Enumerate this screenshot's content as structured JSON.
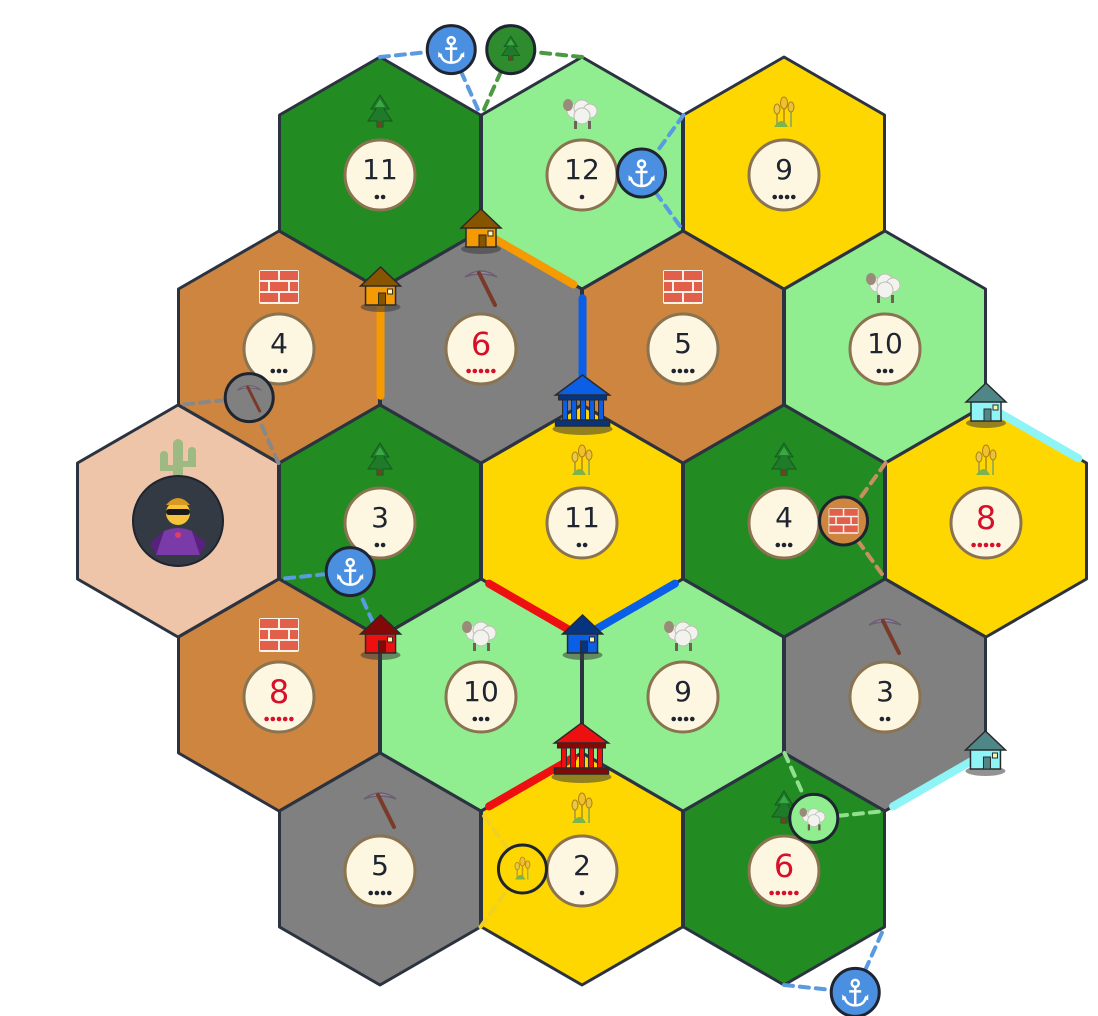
{
  "colors": {
    "forest": "#228b22",
    "pasture": "#90ee90",
    "fields": "#ffd700",
    "hills": "#cd853f",
    "mountains": "#808080",
    "desert": "#eec5a8",
    "orange": "#f59a00",
    "blue": "#0a5fe6",
    "red": "#ee1010",
    "cyan": "#8ff4f6"
  },
  "icons": {
    "forest": "pine-tree-icon",
    "pasture": "sheep-icon",
    "fields": "wheat-icon",
    "hills": "brick-icon",
    "mountains": "pickaxe-icon",
    "desert": "cactus-icon",
    "robber": "robber-icon",
    "harbor_generic": "anchor-icon",
    "settlement": "house-icon",
    "city": "city-icon"
  },
  "tiles": [
    {
      "q": 0,
      "r": -2,
      "type": "forest",
      "number": "11",
      "pips": 2
    },
    {
      "q": 1,
      "r": -2,
      "type": "pasture",
      "number": "12",
      "pips": 1
    },
    {
      "q": 2,
      "r": -2,
      "type": "fields",
      "number": "9",
      "pips": 4
    },
    {
      "q": -1,
      "r": -1,
      "type": "hills",
      "number": "4",
      "pips": 3
    },
    {
      "q": 0,
      "r": -1,
      "type": "mountains",
      "number": "6",
      "pips": 5
    },
    {
      "q": 1,
      "r": -1,
      "type": "hills",
      "number": "5",
      "pips": 4
    },
    {
      "q": 2,
      "r": -1,
      "type": "pasture",
      "number": "10",
      "pips": 3
    },
    {
      "q": -2,
      "r": 0,
      "type": "desert",
      "number": "",
      "pips": 0,
      "robber": true
    },
    {
      "q": -1,
      "r": 0,
      "type": "forest",
      "number": "3",
      "pips": 2
    },
    {
      "q": 0,
      "r": 0,
      "type": "fields",
      "number": "11",
      "pips": 2
    },
    {
      "q": 1,
      "r": 0,
      "type": "forest",
      "number": "4",
      "pips": 3
    },
    {
      "q": 2,
      "r": 0,
      "type": "fields",
      "number": "8",
      "pips": 5
    },
    {
      "q": -2,
      "r": 1,
      "type": "hills",
      "number": "8",
      "pips": 5
    },
    {
      "q": -1,
      "r": 1,
      "type": "pasture",
      "number": "10",
      "pips": 3
    },
    {
      "q": 0,
      "r": 1,
      "type": "pasture",
      "number": "9",
      "pips": 4
    },
    {
      "q": 1,
      "r": 1,
      "type": "mountains",
      "number": "3",
      "pips": 2
    },
    {
      "q": -2,
      "r": 2,
      "type": "mountains",
      "number": "5",
      "pips": 4
    },
    {
      "q": -1,
      "r": 2,
      "type": "fields",
      "number": "2",
      "pips": 1
    },
    {
      "q": 0,
      "r": 2,
      "type": "forest",
      "number": "6",
      "pips": 5
    }
  ],
  "harbors": [
    {
      "type": "generic",
      "tile": [
        0,
        -2
      ],
      "vertices": [
        0,
        1
      ],
      "color": "#4a8fe0",
      "line_color": "#5a9ae0"
    },
    {
      "type": "forest",
      "tile": [
        1,
        -2
      ],
      "vertices": [
        0,
        5
      ],
      "color": "#2e8b2e",
      "line_color": "#4a9a40"
    },
    {
      "type": "generic",
      "tile": [
        2,
        -2
      ],
      "vertices": [
        5,
        4
      ],
      "color": "#4a8fe0",
      "line_color": "#5a9ae0"
    },
    {
      "type": "hills",
      "tile": [
        2,
        0
      ],
      "vertices": [
        5,
        4
      ],
      "color": "#cd853f",
      "line_color": "#c89060"
    },
    {
      "type": "pasture",
      "tile": [
        1,
        1
      ],
      "vertices": [
        4,
        3
      ],
      "color": "#90ee90",
      "line_color": "#90e090"
    },
    {
      "type": "generic",
      "tile": [
        0,
        2
      ],
      "vertices": [
        3,
        2
      ],
      "color": "#4a8fe0",
      "line_color": "#5a9ae0"
    },
    {
      "type": "fields",
      "tile": [
        -2,
        2
      ],
      "vertices": [
        2,
        1
      ],
      "color": "#ffd700",
      "line_color": "#f0d020"
    },
    {
      "type": "generic",
      "tile": [
        -2,
        1
      ],
      "vertices": [
        1,
        0
      ],
      "color": "#4a8fe0",
      "line_color": "#5a9ae0"
    },
    {
      "type": "mountains",
      "tile": [
        -2,
        0
      ],
      "vertices": [
        1,
        0
      ],
      "color": "#808080",
      "line_color": "#888888"
    }
  ],
  "roads": [
    {
      "player": "orange",
      "tile": [
        0,
        -1
      ],
      "edge": [
        0,
        1
      ]
    },
    {
      "player": "orange",
      "tile": [
        0,
        -1
      ],
      "edge": [
        4,
        5
      ]
    },
    {
      "player": "blue",
      "tile": [
        1,
        -1
      ],
      "edge": [
        5,
        4
      ]
    },
    {
      "player": "blue",
      "tile": [
        0,
        1
      ],
      "edge": [
        0,
        5
      ]
    },
    {
      "player": "red",
      "tile": [
        -1,
        1
      ],
      "edge": [
        0,
        1
      ]
    },
    {
      "player": "red",
      "tile": [
        -1,
        1
      ],
      "edge": [
        2,
        3
      ]
    },
    {
      "player": "cyan",
      "tile": [
        2,
        0
      ],
      "edge": [
        0,
        1
      ]
    },
    {
      "player": "cyan",
      "tile": [
        1,
        1
      ],
      "edge": [
        2,
        3
      ]
    }
  ],
  "buildings": [
    {
      "player": "orange",
      "kind": "settlement",
      "tile": [
        0,
        -1
      ],
      "vertex": 0
    },
    {
      "player": "orange",
      "kind": "settlement",
      "tile": [
        0,
        -1
      ],
      "vertex": 5
    },
    {
      "player": "blue",
      "kind": "city",
      "tile": [
        1,
        -1
      ],
      "vertex": 4
    },
    {
      "player": "cyan",
      "kind": "settlement",
      "tile": [
        2,
        0
      ],
      "vertex": 0
    },
    {
      "player": "red",
      "kind": "settlement",
      "tile": [
        -1,
        1
      ],
      "vertex": 5
    },
    {
      "player": "blue",
      "kind": "settlement",
      "tile": [
        0,
        1
      ],
      "vertex": 5
    },
    {
      "player": "red",
      "kind": "city",
      "tile": [
        -1,
        1
      ],
      "vertex": 2
    },
    {
      "player": "cyan",
      "kind": "settlement",
      "tile": [
        1,
        1
      ],
      "vertex": 2
    }
  ]
}
